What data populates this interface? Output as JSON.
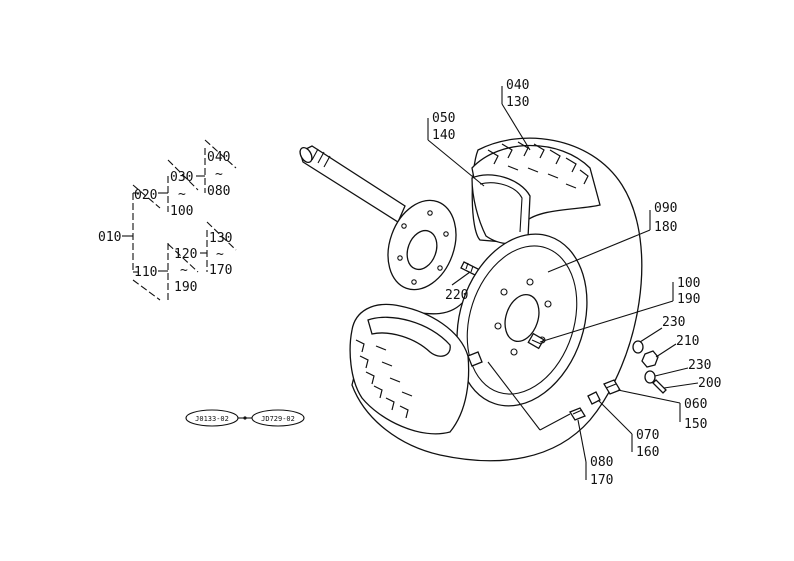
{
  "tree": {
    "root": "010",
    "group_a": "020",
    "group_a_sub": "030",
    "group_a_sub_end": "100",
    "group_a_leaf_start": "040",
    "group_a_leaf_end": "080",
    "group_b": "110",
    "group_b_sub": "120",
    "group_b_sub_end": "190",
    "group_b_leaf_start": "130",
    "group_b_leaf_end": "170",
    "range_mark": "~"
  },
  "refs": {
    "left": "J0133-02",
    "right": "JD729-02"
  },
  "callouts": {
    "c040": "040",
    "c130": "130",
    "c050": "050",
    "c140": "140",
    "c090": "090",
    "c180": "180",
    "c100": "100",
    "c190": "190",
    "c220": "220",
    "c230a": "230",
    "c210": "210",
    "c230b": "230",
    "c200": "200",
    "c060": "060",
    "c150": "150",
    "c070": "070",
    "c160": "160",
    "c080": "080",
    "c170": "170"
  }
}
